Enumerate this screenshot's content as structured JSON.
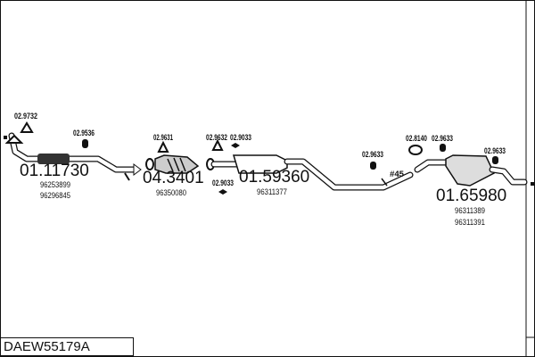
{
  "diagram_code": "DAEW55179A",
  "parts": {
    "front_pipe": {
      "number": "01.11730",
      "oem": [
        "96253899",
        "96296845"
      ]
    },
    "catalyst": {
      "number": "04.3401",
      "oem": [
        "96350080"
      ]
    },
    "middle_silencer": {
      "number": "01.59360",
      "oem": [
        "96311377"
      ]
    },
    "rear_silencer": {
      "number": "01.65980",
      "oem": [
        "96311389",
        "96311391"
      ]
    }
  },
  "fittings": {
    "f1": "02.9732",
    "f2": "02.9536",
    "f3": "02.9631",
    "f4": "02.9632",
    "f5": "02.9033",
    "f6": "02.9033",
    "f7": "02.9633",
    "f8": "02.8140",
    "f9": "02.9633",
    "f10": "02.9633",
    "angle": "#45"
  }
}
